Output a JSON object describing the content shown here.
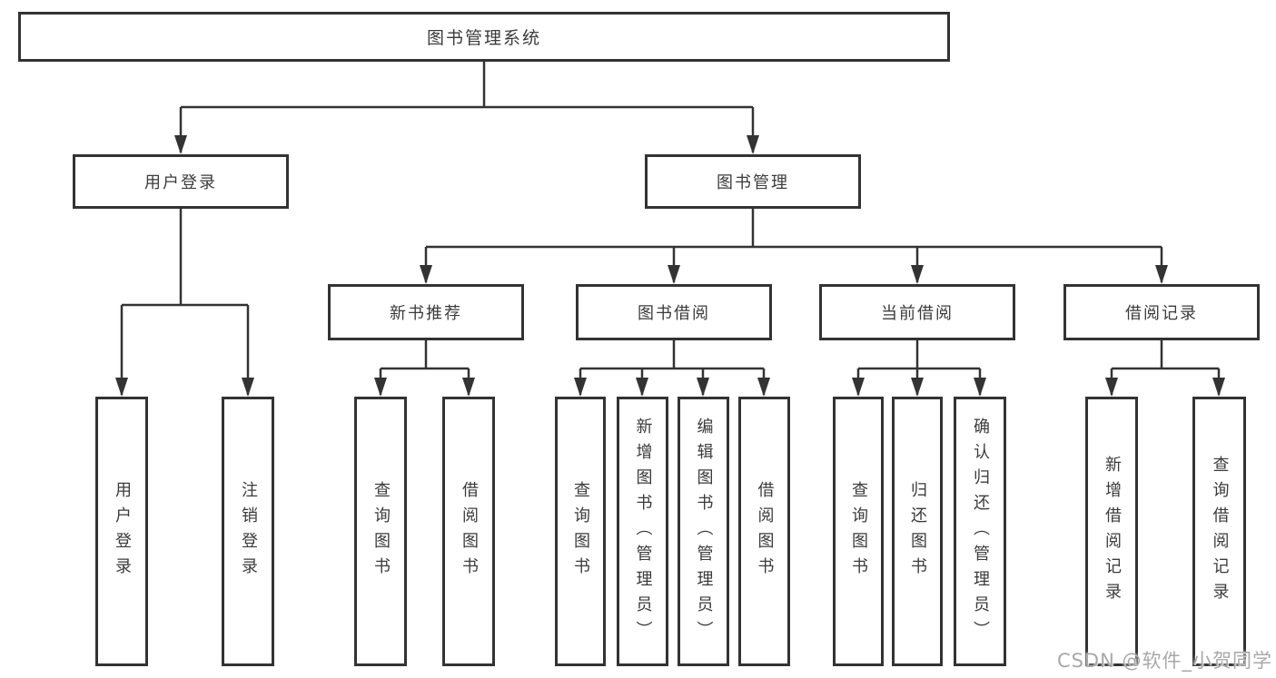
{
  "diagram_title": "图书管理系统",
  "watermark": "CSDN @软件_小贺同学",
  "colors": {
    "line": "#333333",
    "text": "#3b3b3b",
    "background": "#ffffff",
    "watermark": "#a8a8a8"
  },
  "tree": {
    "root": {
      "label": "图书管理系统"
    },
    "level2": [
      {
        "label": "用户登录",
        "parent": "图书管理系统"
      },
      {
        "label": "图书管理",
        "parent": "图书管理系统"
      }
    ],
    "level3": [
      {
        "label": "新书推荐",
        "parent": "图书管理"
      },
      {
        "label": "图书借阅",
        "parent": "图书管理"
      },
      {
        "label": "当前借阅",
        "parent": "图书管理"
      },
      {
        "label": "借阅记录",
        "parent": "图书管理"
      }
    ],
    "leaves": [
      {
        "label": "用户登录",
        "parent": "用户登录"
      },
      {
        "label": "注销登录",
        "parent": "用户登录"
      },
      {
        "label": "查询图书",
        "parent": "新书推荐"
      },
      {
        "label": "借阅图书",
        "parent": "新书推荐"
      },
      {
        "label": "查询图书",
        "parent": "图书借阅"
      },
      {
        "label": "新增图书（管理员）",
        "parent": "图书借阅"
      },
      {
        "label": "编辑图书（管理员）",
        "parent": "图书借阅"
      },
      {
        "label": "借阅图书",
        "parent": "图书借阅"
      },
      {
        "label": "查询图书",
        "parent": "当前借阅"
      },
      {
        "label": "归还图书",
        "parent": "当前借阅"
      },
      {
        "label": "确认归还（管理员）",
        "parent": "当前借阅"
      },
      {
        "label": "新增借阅记录",
        "parent": "借阅记录"
      },
      {
        "label": "查询借阅记录",
        "parent": "借阅记录"
      }
    ]
  }
}
